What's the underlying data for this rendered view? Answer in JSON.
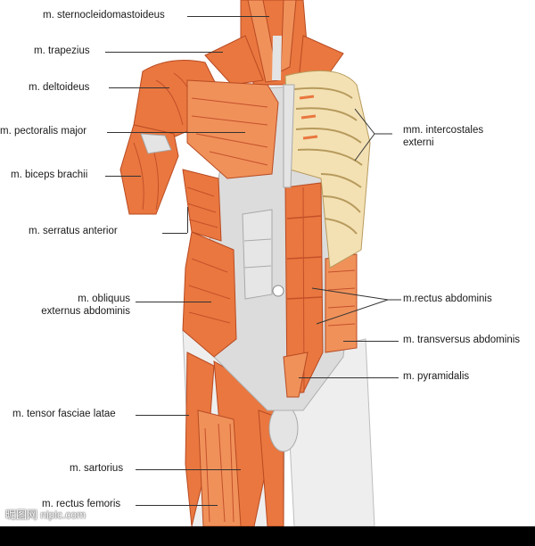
{
  "labels": {
    "sternocleidomastoideus": "m. sternocleidomastoideus",
    "trapezius": "m. trapezius",
    "deltoideus": "m. deltoideus",
    "pectoralis_major": "m. pectoralis major",
    "biceps_brachii": "m. biceps brachii",
    "serratus_anterior": "m. serratus anterior",
    "obliquus_line1": "m. obliquus",
    "obliquus_line2": "externus abdominis",
    "tensor_fasciae_latae": "m. tensor fasciae latae",
    "sartorius": "m. sartorius",
    "rectus_femoris": "m. rectus femoris",
    "intercostales_line1": "mm. intercostales",
    "intercostales_line2": "externi",
    "rectus_abdominis": "m.rectus abdominis",
    "transversus_abdominis": "m. transversus abdominis",
    "pyramidalis": "m. pyramidalis"
  },
  "watermark": "昵图网 nipic.com",
  "colors": {
    "muscle": "#e9773f",
    "muscle_dark": "#c4502a",
    "muscle_light": "#f4a878",
    "tendon": "#dcdcdc",
    "bone": "#f3e1b4",
    "background": "#ffffff"
  }
}
